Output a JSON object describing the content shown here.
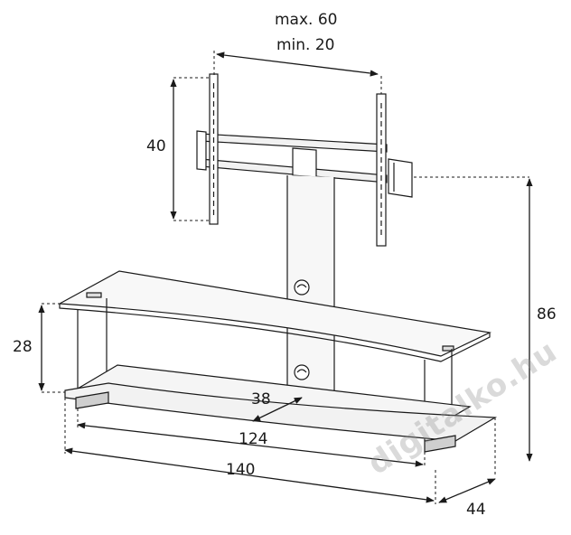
{
  "dimensions": {
    "max_width": "max. 60",
    "min_width": "min. 20",
    "bracket_height": "40",
    "total_height": "86",
    "shelf_spacing": "28",
    "column_depth": "38",
    "inner_width": "124",
    "outer_width": "140",
    "depth": "44"
  },
  "watermark": "digitalko.hu",
  "colors": {
    "line": "#1a1a1a",
    "dim_line": "#1a1a1a",
    "glass": "#f4f4f4",
    "watermark": "#9a9a9a"
  }
}
